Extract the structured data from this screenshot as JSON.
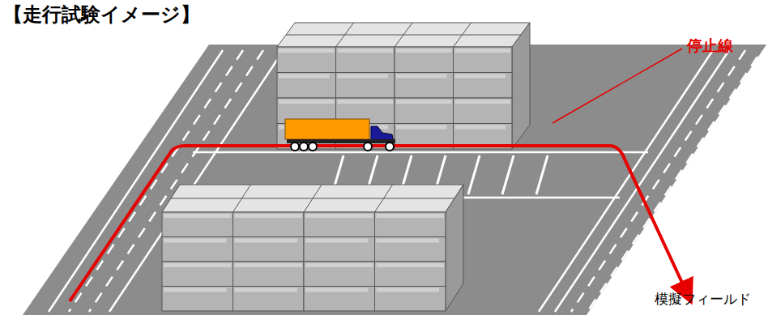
{
  "diagram": {
    "title": "【走行試験イメージ】",
    "labels": [
      "停止線",
      "模擬フィールド"
    ]
  }
}
